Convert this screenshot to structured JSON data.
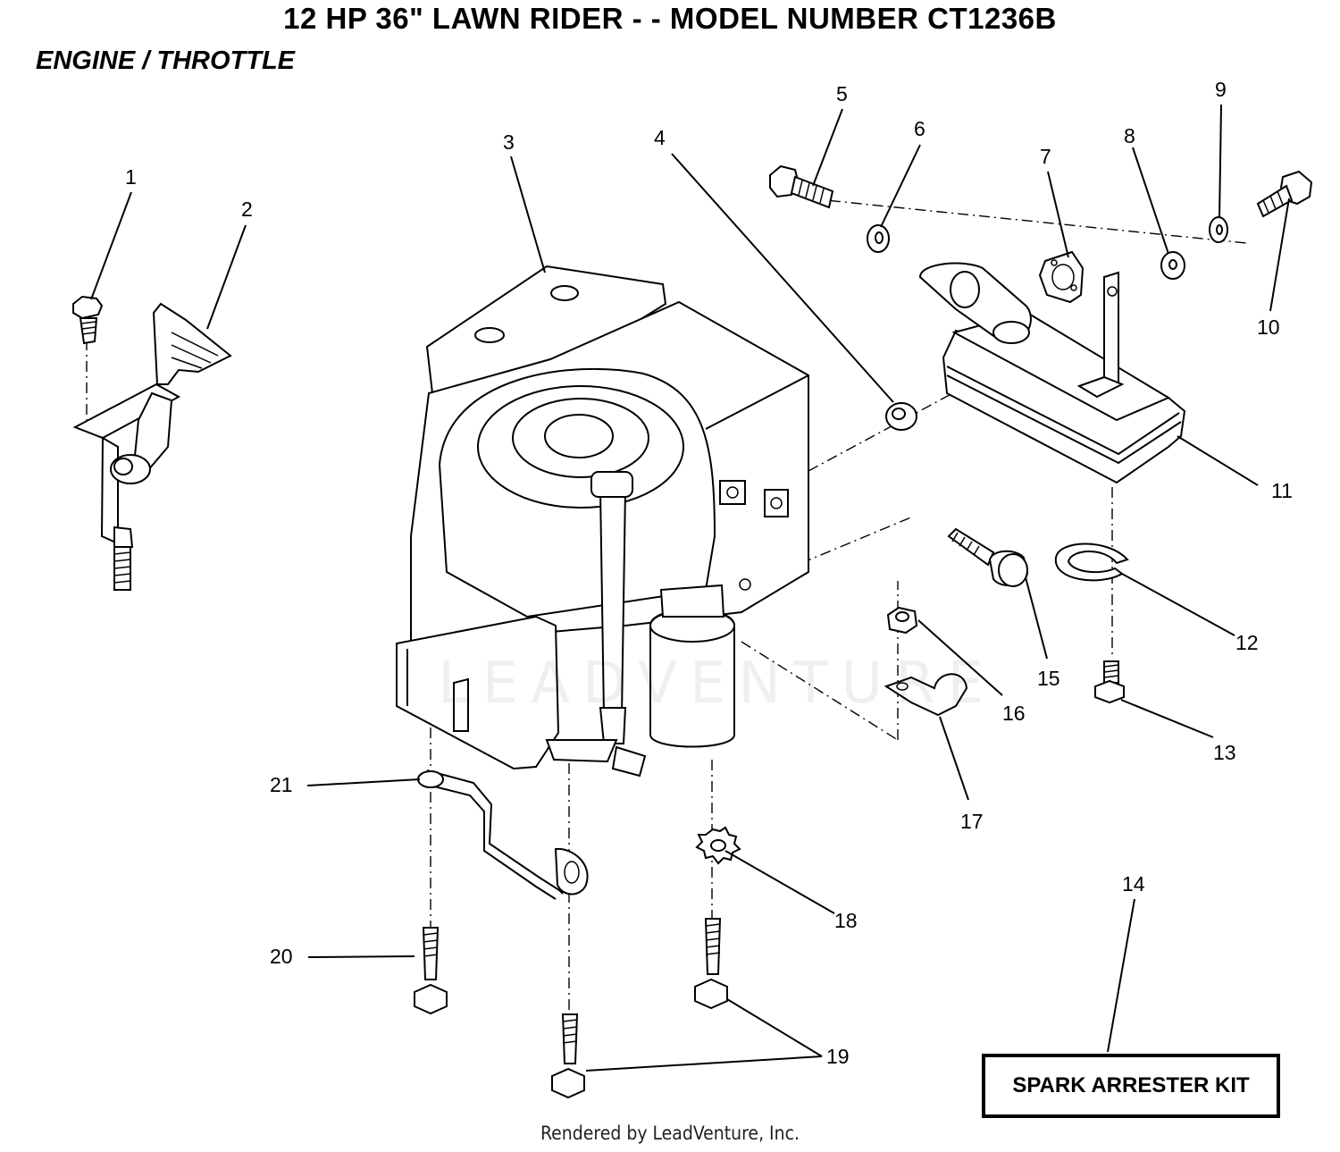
{
  "title": "12 HP 36\" LAWN RIDER - - MODEL NUMBER CT1236B",
  "subtitle": "ENGINE / THROTTLE",
  "kit_label": "SPARK ARRESTER KIT",
  "footer": "Rendered by LeadVenture, Inc.",
  "watermark": "LEADVENTURE",
  "callouts": [
    "1",
    "2",
    "3",
    "4",
    "5",
    "6",
    "7",
    "8",
    "9",
    "10",
    "11",
    "12",
    "13",
    "14",
    "15",
    "16",
    "17",
    "18",
    "19",
    "20",
    "21"
  ]
}
